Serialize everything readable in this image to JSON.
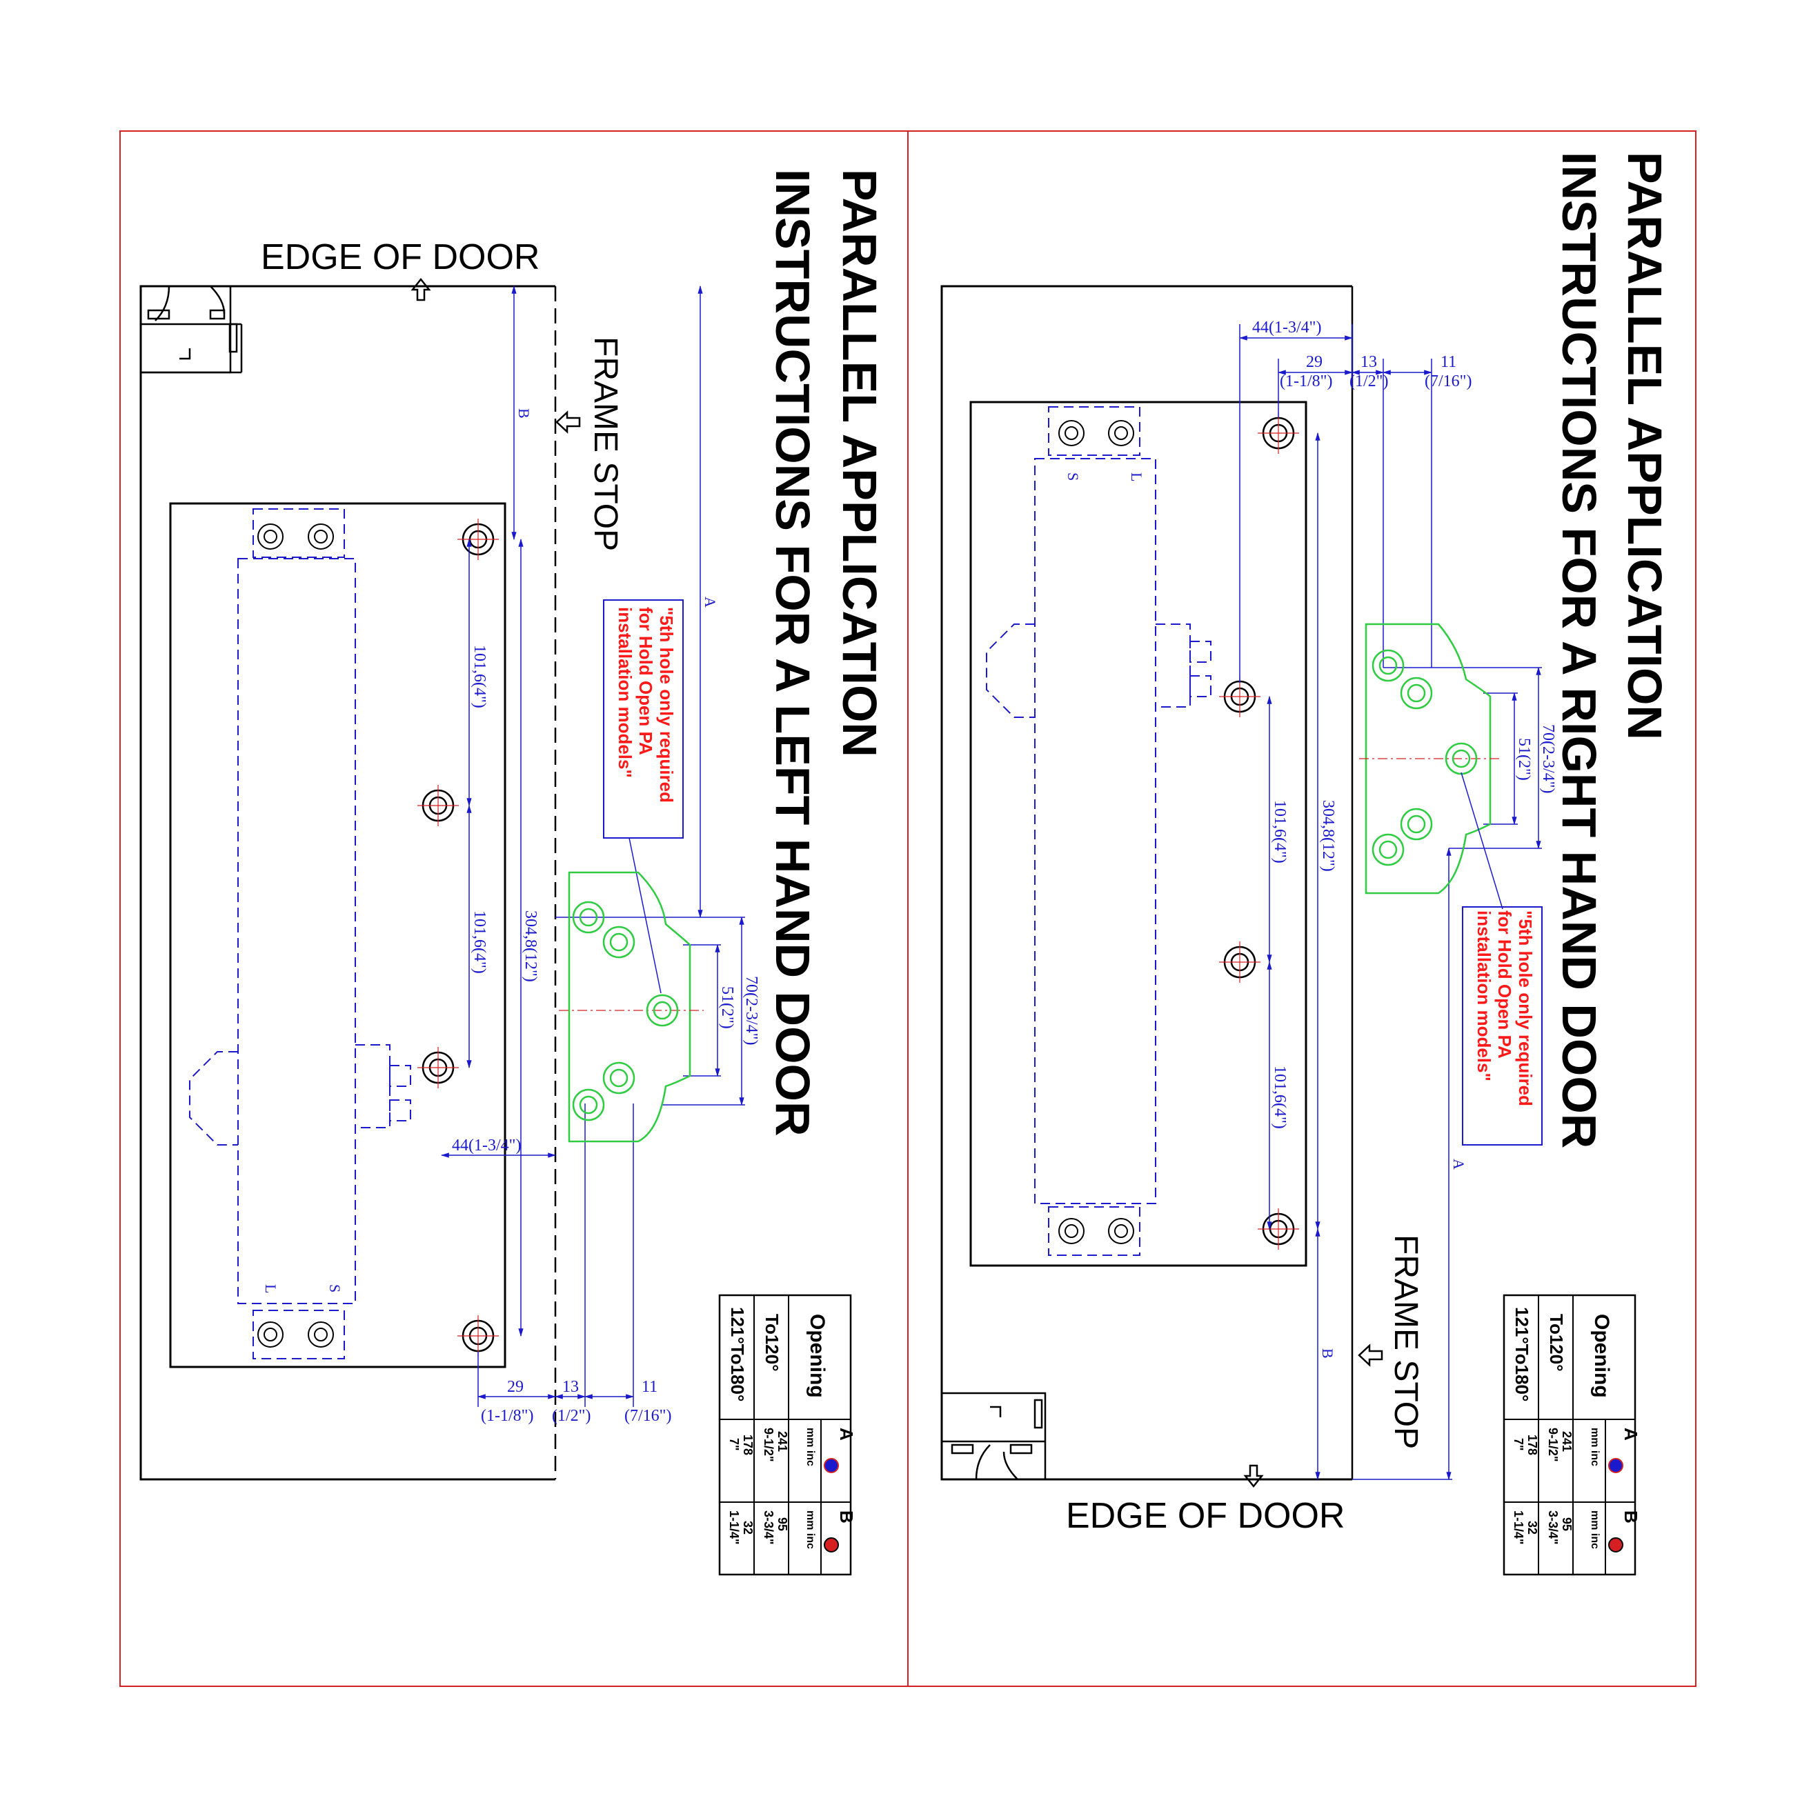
{
  "colors": {
    "border": "#d42020",
    "outline": "#000000",
    "dimension": "#1a1acc",
    "bracket": "#2ecc40",
    "note": "#ff1a1a",
    "centerline": "#d42020"
  },
  "left_panel": {
    "title_line1": "PARALLEL APPLICATION",
    "title_line2": "INSTRUCTIONS FOR A LEFT HAND DOOR",
    "edge_of_door": "EDGE OF DOOR",
    "frame_stop": "FRAME STOP",
    "note": [
      "\"5th hole only required",
      "for Hold Open PA",
      "installation models\""
    ],
    "dims": {
      "a": "A",
      "b": "B",
      "spacing_1": "101,6(4\")",
      "spacing_2": "101,6(4\")",
      "overall": "304,8(12\")",
      "offset": "44(1-3/4\")",
      "d29": "29",
      "d29_in": "(1-1/8\")",
      "d13": "13",
      "d13_in": "(1/2\")",
      "d11": "11",
      "d11_in": "(7/16\")",
      "d70": "70(2-3/4\")",
      "d51": "51(2\")"
    },
    "valve_l": "L",
    "valve_s": "S"
  },
  "right_panel": {
    "title_line1": "PARALLEL APPLICATION",
    "title_line2": "INSTRUCTIONS FOR A RIGHT HAND DOOR",
    "edge_of_door": "EDGE OF DOOR",
    "frame_stop": "FRAME STOP",
    "note": [
      "\"5th hole only required",
      "for Hold Open PA",
      "installation models\""
    ],
    "dims": {
      "a": "A",
      "b": "B",
      "spacing_1": "101,6(4\")",
      "spacing_2": "101,6(4\")",
      "overall": "304,8(12\")",
      "offset": "44(1-3/4\")",
      "d29": "29",
      "d29_in": "(1-1/8\")",
      "d13": "13",
      "d13_in": "(1/2\")",
      "d11": "11",
      "d11_in": "(7/16\")",
      "d70": "70(2-3/4\")",
      "d51": "51(2\")"
    },
    "valve_l": "L",
    "valve_s": "S"
  },
  "opening_table": {
    "header": "Opening",
    "col_a": "A",
    "col_b": "B",
    "units": "mm inc",
    "rows": [
      {
        "opening": "To120°",
        "a_mm": "241",
        "a_in": "9-1/2\"",
        "b_mm": "95",
        "b_in": "3-3/4\""
      },
      {
        "opening": "121°To180°",
        "a_mm": "178",
        "a_in": "7\"",
        "b_mm": "32",
        "b_in": "1-1/4\""
      }
    ]
  }
}
